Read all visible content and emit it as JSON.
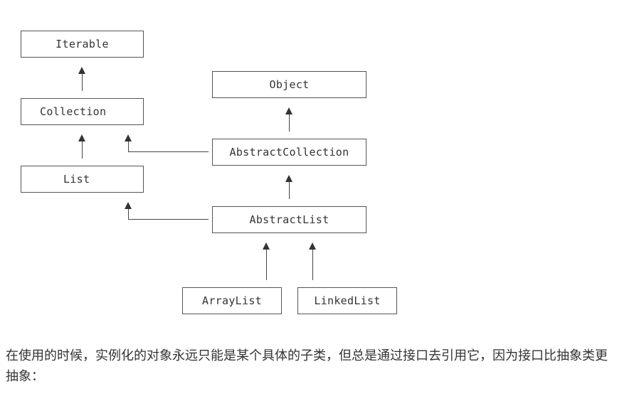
{
  "diagram": {
    "nodes": {
      "iterable": "Iterable",
      "collection": "Collection",
      "list": "List",
      "object": "Object",
      "abstract_collection": "AbstractCollection",
      "abstract_list": "AbstractList",
      "array_list": "ArrayList",
      "linked_list": "LinkedList"
    },
    "edges": [
      {
        "from": "collection",
        "to": "iterable"
      },
      {
        "from": "list",
        "to": "collection"
      },
      {
        "from": "abstract_collection",
        "to": "object"
      },
      {
        "from": "abstract_collection",
        "to": "collection"
      },
      {
        "from": "abstract_list",
        "to": "abstract_collection"
      },
      {
        "from": "abstract_list",
        "to": "list"
      },
      {
        "from": "array_list",
        "to": "abstract_list"
      },
      {
        "from": "linked_list",
        "to": "abstract_list"
      }
    ]
  },
  "caption": "在使用的时候，实例化的对象永远只能是某个具体的子类，但总是通过接口去引用它，因为接口比抽象类更抽象："
}
